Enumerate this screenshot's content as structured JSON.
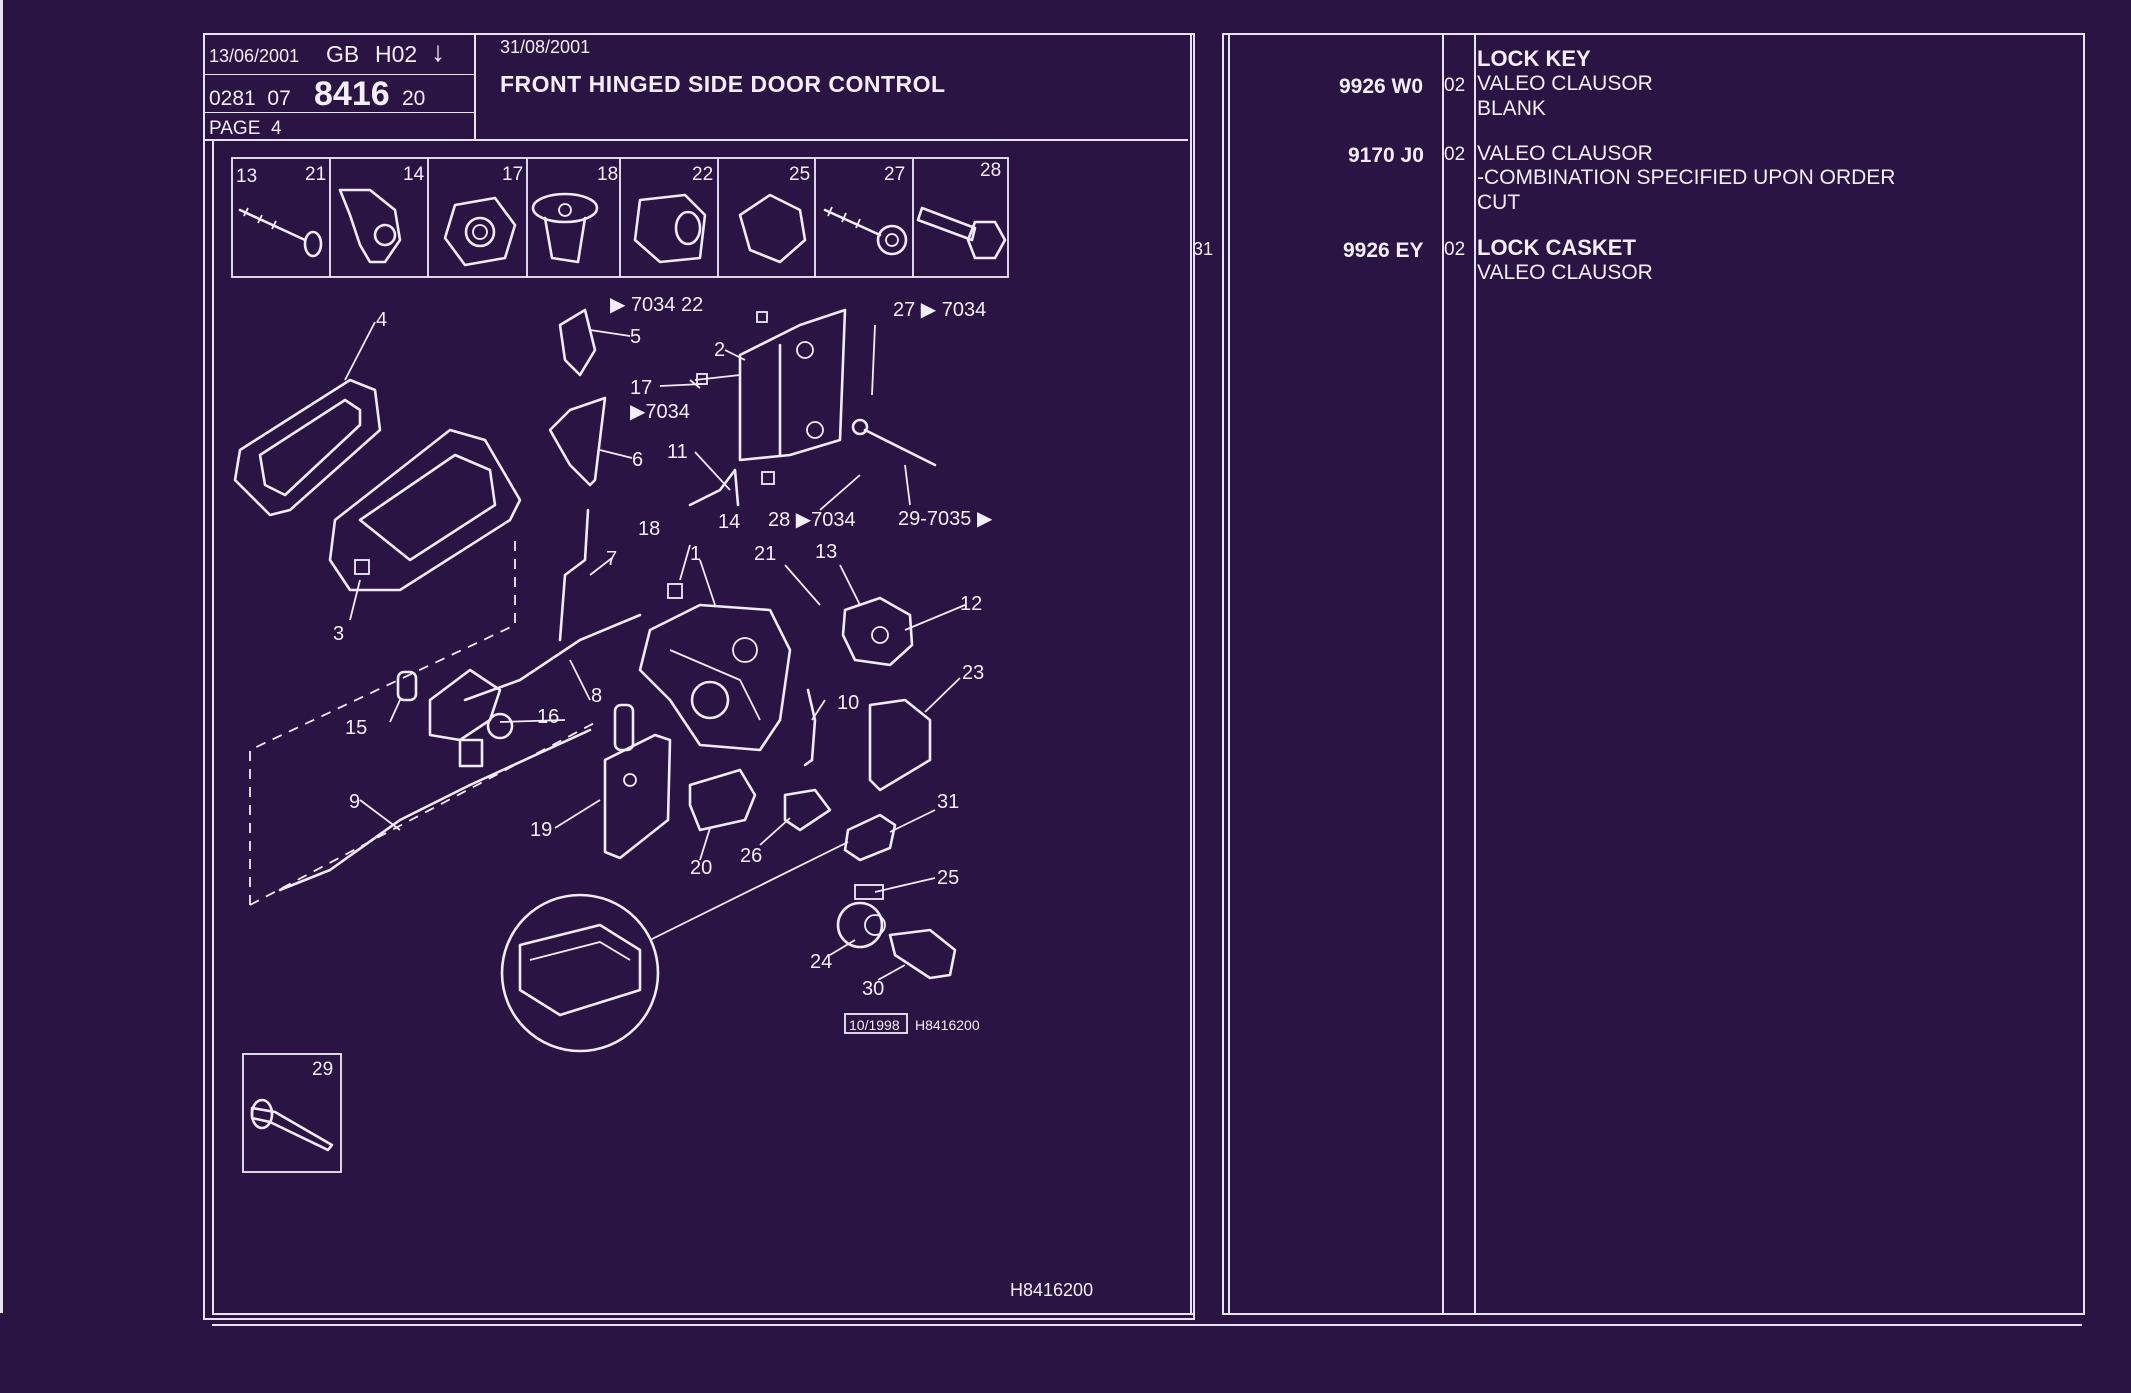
{
  "header": {
    "date1": "13/06/2001",
    "region": "GB",
    "code": "H02",
    "arrow": "↓",
    "date2": "31/08/2001",
    "ref_prefix": "0281  07",
    "ref_main": "8416",
    "ref_suffix": "20",
    "page": "PAGE  4",
    "title": "FRONT HINGED SIDE DOOR CONTROL"
  },
  "parts_strip": [
    "13",
    "21",
    "14",
    "17",
    "18",
    "22",
    "25",
    "27",
    "28"
  ],
  "diagram": {
    "callouts": {
      "c4": "4",
      "c3": "3",
      "c5": "5",
      "c6": "6",
      "c7": "7",
      "c8": "8",
      "c9": "9",
      "c2": "2",
      "c1": "1",
      "c10": "10",
      "c11": "11",
      "c12": "12",
      "c13": "13",
      "c14": "14",
      "c15": "15",
      "c16": "16",
      "c17": "17",
      "c18": "18",
      "c19": "19",
      "c20": "20",
      "c21": "21",
      "c23": "23",
      "c24": "24",
      "c25": "25",
      "c26": "26",
      "c30": "30",
      "c31": "31",
      "ref_7034_22": "▶ 7034 22",
      "ref_27_7034": "27 ▶ 7034",
      "ref_17_7034": "▶7034",
      "ref_28_7034": "28 ▶7034",
      "ref_29_7035": "29-7035 ▶"
    },
    "stamp_date": "10/1998",
    "stamp_ref": "H8416200",
    "inset_label": "29",
    "footer_ref": "H8416200"
  },
  "index_col": "31",
  "parts_list": [
    {
      "ref": "9926 W0",
      "qty": "02",
      "name": "LOCK KEY",
      "lines": [
        "VALEO CLAUSOR",
        "BLANK"
      ]
    },
    {
      "ref": "9170 J0",
      "qty": "02",
      "name": "",
      "lines": [
        "VALEO CLAUSOR",
        "-COMBINATION SPECIFIED UPON ORDER",
        "CUT"
      ]
    },
    {
      "ref": "9926 EY",
      "qty": "02",
      "name": "LOCK CASKET",
      "lines": [
        "VALEO CLAUSOR"
      ]
    }
  ]
}
